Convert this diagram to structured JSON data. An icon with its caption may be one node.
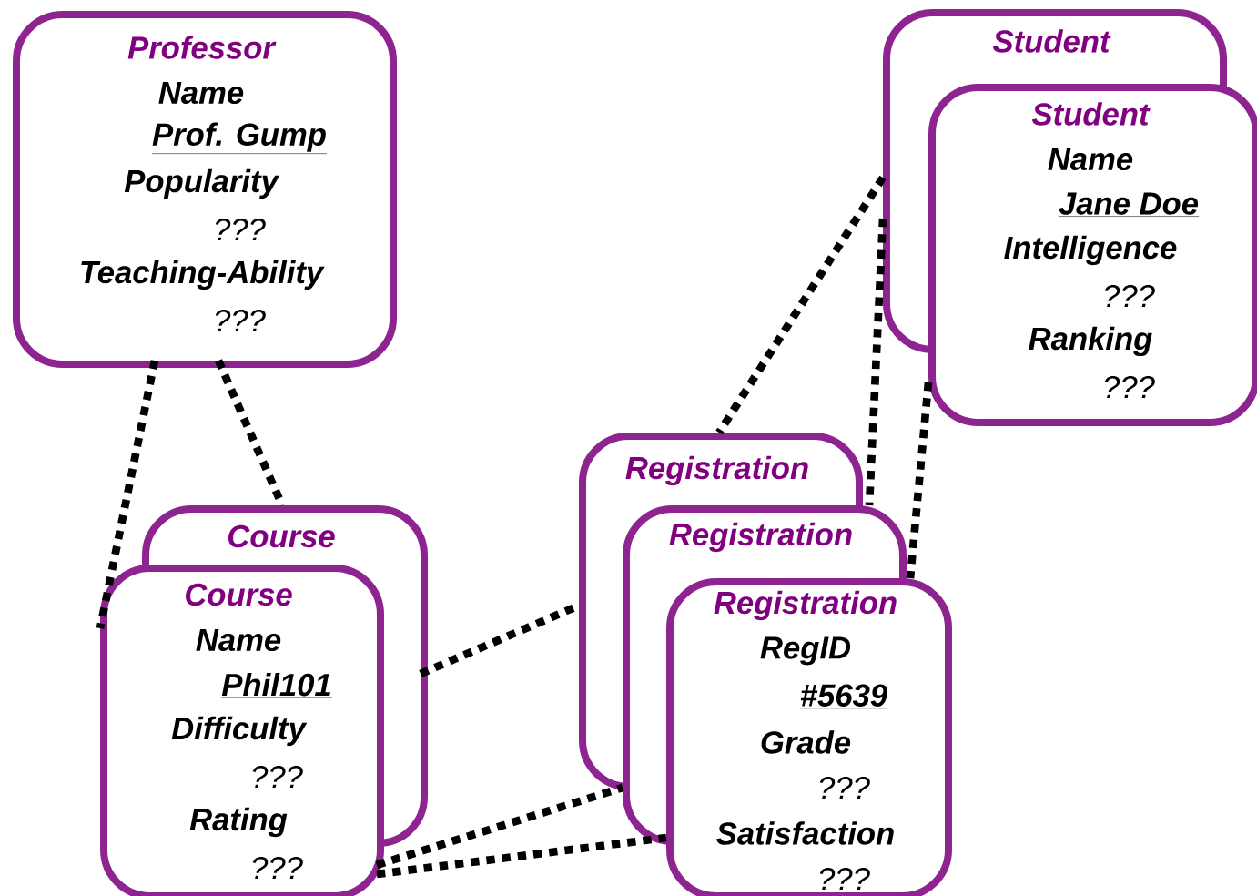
{
  "diagram": {
    "nodes": [
      {
        "text": [
          "Professor",
          "Name",
          "Prof. Gump",
          "Popularity",
          "???",
          "Teaching-Ability",
          "???"
        ]
      },
      {
        "text": [
          "Student"
        ]
      },
      {
        "text": [
          "Student",
          "Name",
          "Jane Doe",
          "Intelligence",
          "???",
          "Ranking",
          "???"
        ]
      },
      {
        "text": [
          "Course"
        ]
      },
      {
        "text": [
          "Course",
          "Name",
          "Phil101",
          "Difficulty",
          "???",
          "Rating",
          "???"
        ]
      },
      {
        "text": [
          "Registration"
        ]
      },
      {
        "text": [
          "Registration"
        ]
      },
      {
        "text": [
          "Registration",
          "RegID",
          "#5639",
          "Grade",
          "???",
          "Satisfaction",
          "???"
        ]
      }
    ],
    "edges": [
      {
        "from": 0,
        "to": 3,
        "arrow": "none"
      },
      {
        "from": 0,
        "to": 4,
        "arrow": "none"
      },
      {
        "from": 1,
        "to": 5,
        "arrow": "none"
      },
      {
        "from": 1,
        "to": 6,
        "arrow": "none"
      },
      {
        "from": 2,
        "to": 7,
        "arrow": "none"
      },
      {
        "from": 3,
        "to": 5,
        "arrow": "none"
      },
      {
        "from": 4,
        "to": 6,
        "arrow": "none"
      },
      {
        "from": 4,
        "to": 7,
        "arrow": "none"
      }
    ]
  }
}
